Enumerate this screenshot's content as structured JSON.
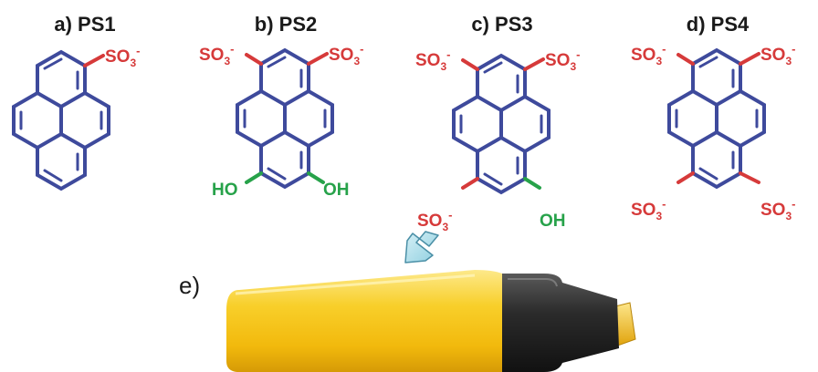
{
  "panels": [
    {
      "title": "a) PS1"
    },
    {
      "title": "b) PS2"
    },
    {
      "title": "c) PS3"
    },
    {
      "title": "d) PS4"
    }
  ],
  "groups": {
    "so3": "SO",
    "so3_sub": "3",
    "so3_sup": "-",
    "ho": "HO",
    "oh": "OH"
  },
  "panel_e": {
    "label": "e)"
  },
  "colors": {
    "bonds": "#3e4a9c",
    "sulfonate": "#d63a3a",
    "hydroxyl": "#27a24a",
    "marker_body": "#f7c21a",
    "marker_cap": "#2a2a2a",
    "arrow": "#a8dde9"
  }
}
